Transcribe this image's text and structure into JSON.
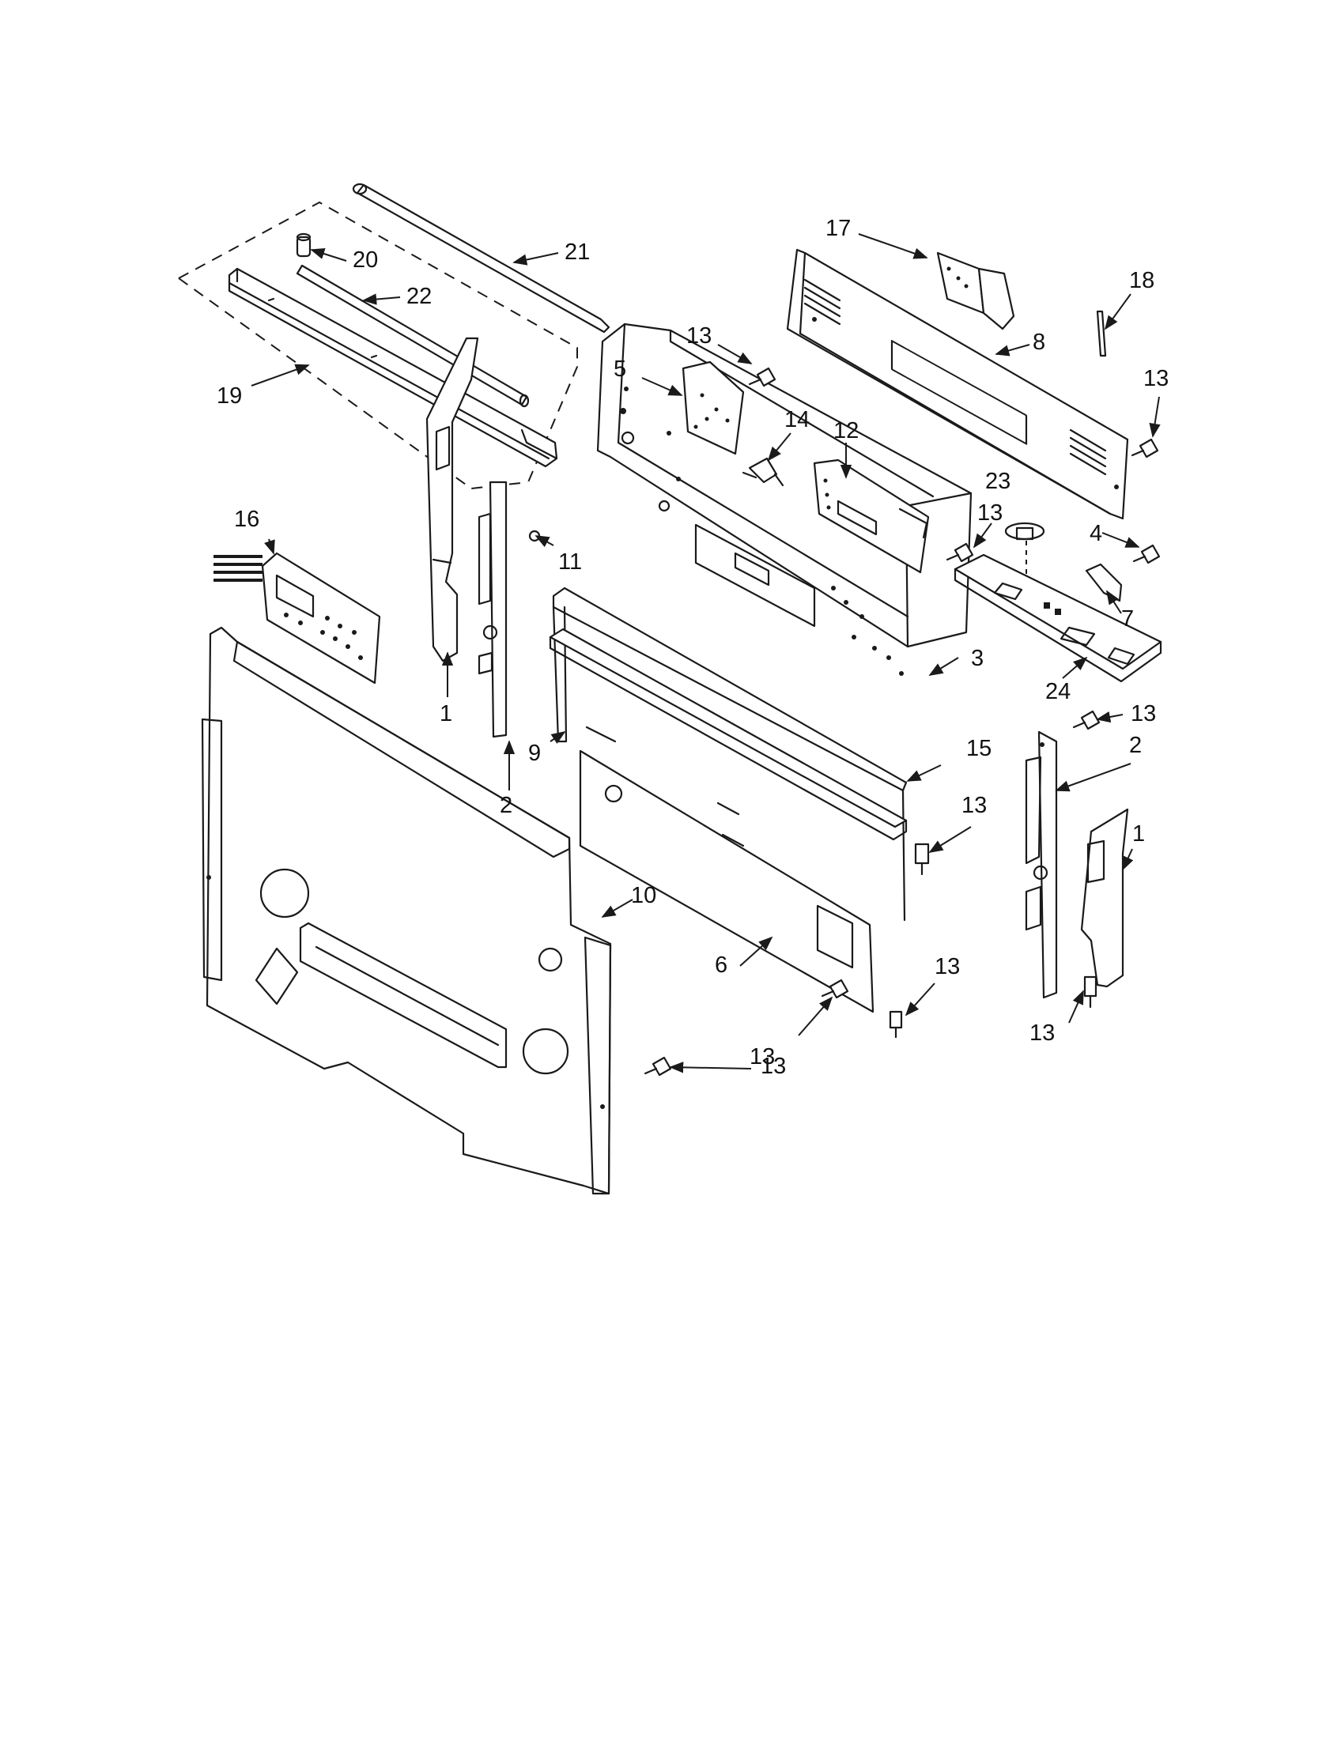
{
  "diagram": {
    "line_color": "#1a1a1a",
    "background": "#ffffff"
  },
  "callouts": [
    {
      "id": "c21",
      "label": "21",
      "part": "gasket-strip"
    },
    {
      "id": "c20",
      "label": "20",
      "part": "clip"
    },
    {
      "id": "c22",
      "label": "22",
      "part": "rod"
    },
    {
      "id": "c19",
      "label": "19",
      "part": "vent-assembly"
    },
    {
      "id": "c17",
      "label": "17",
      "part": "control-board"
    },
    {
      "id": "c18",
      "label": "18",
      "part": "wire-tie"
    },
    {
      "id": "c8",
      "label": "8",
      "part": "rear-panel"
    },
    {
      "id": "c13a",
      "label": "13",
      "part": "screw"
    },
    {
      "id": "c13b",
      "label": "13",
      "part": "screw"
    },
    {
      "id": "c5",
      "label": "5",
      "part": "bracket"
    },
    {
      "id": "c14",
      "label": "14",
      "part": "switch"
    },
    {
      "id": "c12",
      "label": "12",
      "part": "display-board"
    },
    {
      "id": "c23",
      "label": "23",
      "part": "thermostat"
    },
    {
      "id": "c13c",
      "label": "13",
      "part": "screw"
    },
    {
      "id": "c4",
      "label": "4",
      "part": "screw"
    },
    {
      "id": "c7",
      "label": "7",
      "part": "clip"
    },
    {
      "id": "c24",
      "label": "24",
      "part": "mounting-bracket"
    },
    {
      "id": "c16",
      "label": "16",
      "part": "membrane-switch"
    },
    {
      "id": "c11",
      "label": "11",
      "part": "screw"
    },
    {
      "id": "c3",
      "label": "3",
      "part": "control-panel"
    },
    {
      "id": "c1a",
      "label": "1",
      "part": "end-cap"
    },
    {
      "id": "c2a",
      "label": "2",
      "part": "side-bracket"
    },
    {
      "id": "c9",
      "label": "9",
      "part": "support"
    },
    {
      "id": "c15",
      "label": "15",
      "part": "trim"
    },
    {
      "id": "c13d",
      "label": "13",
      "part": "screw"
    },
    {
      "id": "c2b",
      "label": "2",
      "part": "side-bracket"
    },
    {
      "id": "c1b",
      "label": "1",
      "part": "end-cap"
    },
    {
      "id": "c13e",
      "label": "13",
      "part": "screw"
    },
    {
      "id": "c13f",
      "label": "13",
      "part": "screw"
    },
    {
      "id": "c10",
      "label": "10",
      "part": "back-panel"
    },
    {
      "id": "c6",
      "label": "6",
      "part": "rear-cover"
    },
    {
      "id": "c13g",
      "label": "13",
      "part": "screw"
    },
    {
      "id": "c13h",
      "label": "13",
      "part": "screw"
    },
    {
      "id": "c13i",
      "label": "13",
      "part": "screw"
    }
  ]
}
